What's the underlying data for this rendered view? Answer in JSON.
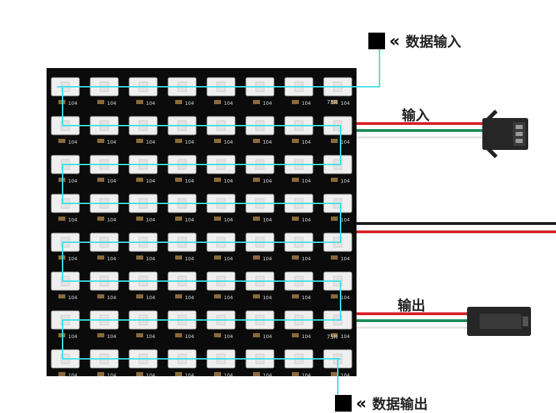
{
  "labels": {
    "data_input": "数据输入",
    "power_input": "输入",
    "power_output": "输出",
    "data_output": "数据输出",
    "chevron": "«"
  },
  "panel": {
    "rows": 8,
    "cols": 8,
    "cap_code": "104",
    "resistor_code": "75R"
  },
  "colors": {
    "pcb": "#0b0b0b",
    "led": "#efefef",
    "trace": "#3ee0e8",
    "wire_red": "#d8202a",
    "wire_green": "#1c8a55",
    "wire_white": "#f2f2f2",
    "connector": "#262626"
  }
}
